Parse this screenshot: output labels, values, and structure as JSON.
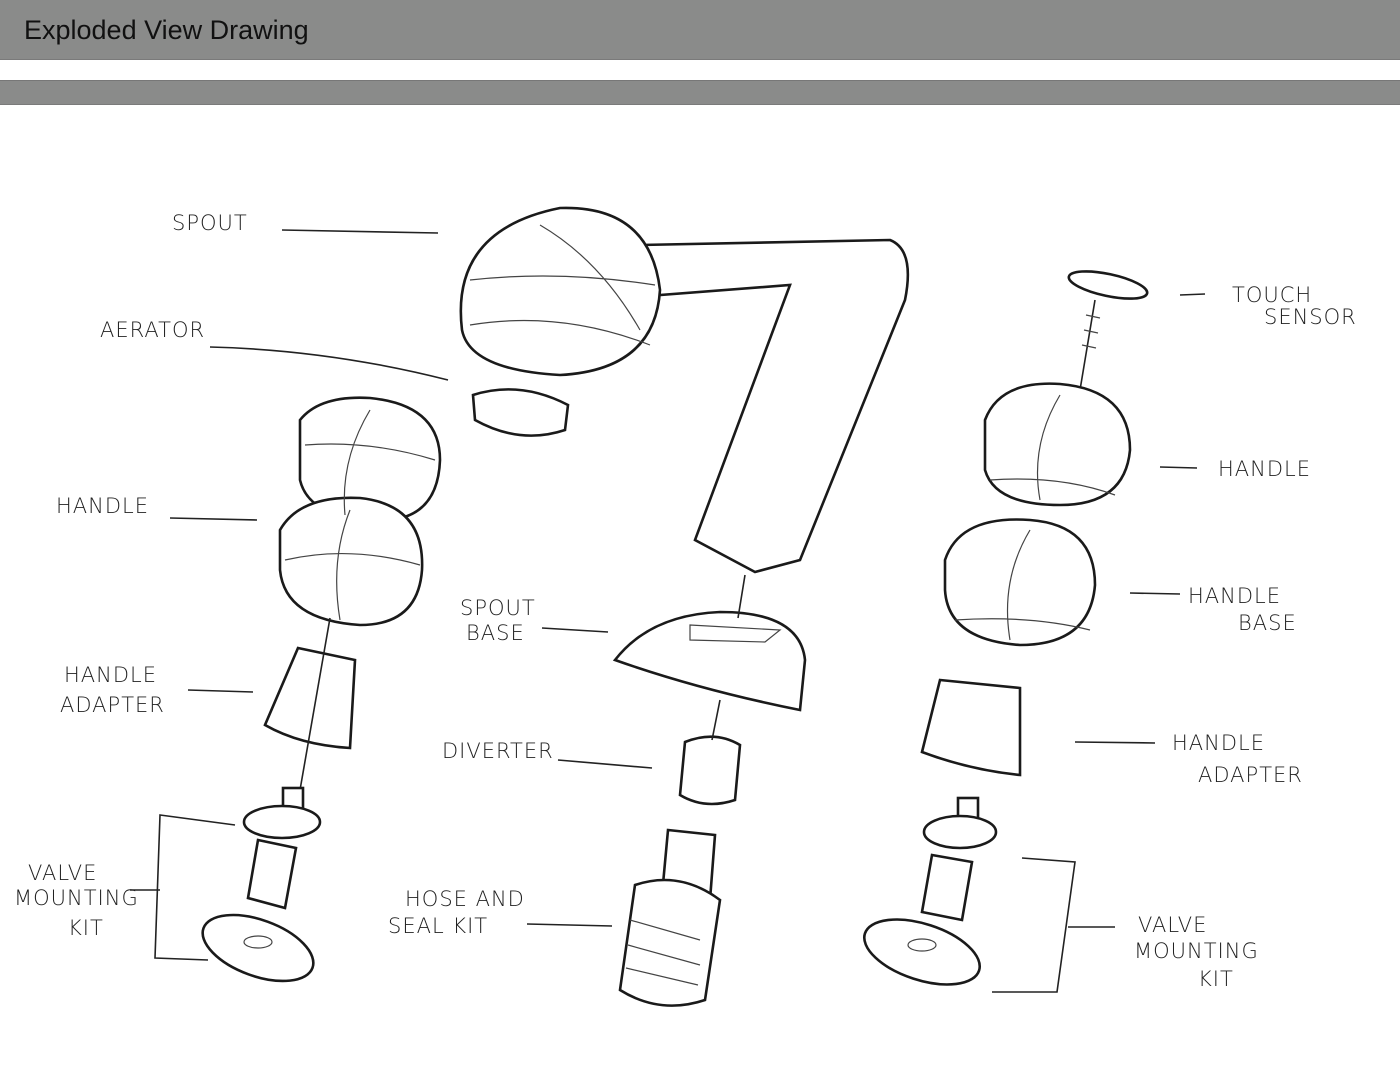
{
  "header": {
    "title": "Exploded View Drawing"
  },
  "drawing": {
    "labels": {
      "spout": "SPOUT",
      "aerator": "AERATOR",
      "handle_left": "HANDLE",
      "handle_adapter_left_1": "HANDLE",
      "handle_adapter_left_2": "ADAPTER",
      "valve_left_1": "VALVE",
      "valve_left_2": "MOUNTING",
      "valve_left_3": "KIT",
      "spout_base_1": "SPOUT",
      "spout_base_2": "BASE",
      "diverter": "DIVERTER",
      "hose_1": "HOSE AND",
      "hose_2": "SEAL KIT",
      "touch_1": "TOUCH",
      "touch_2": "SENSOR",
      "handle_right": "HANDLE",
      "handle_base_1": "HANDLE",
      "handle_base_2": "BASE",
      "handle_adapter_right_1": "HANDLE",
      "handle_adapter_right_2": "ADAPTER",
      "valve_right_1": "VALVE",
      "valve_right_2": "MOUNTING",
      "valve_right_3": "KIT"
    }
  }
}
